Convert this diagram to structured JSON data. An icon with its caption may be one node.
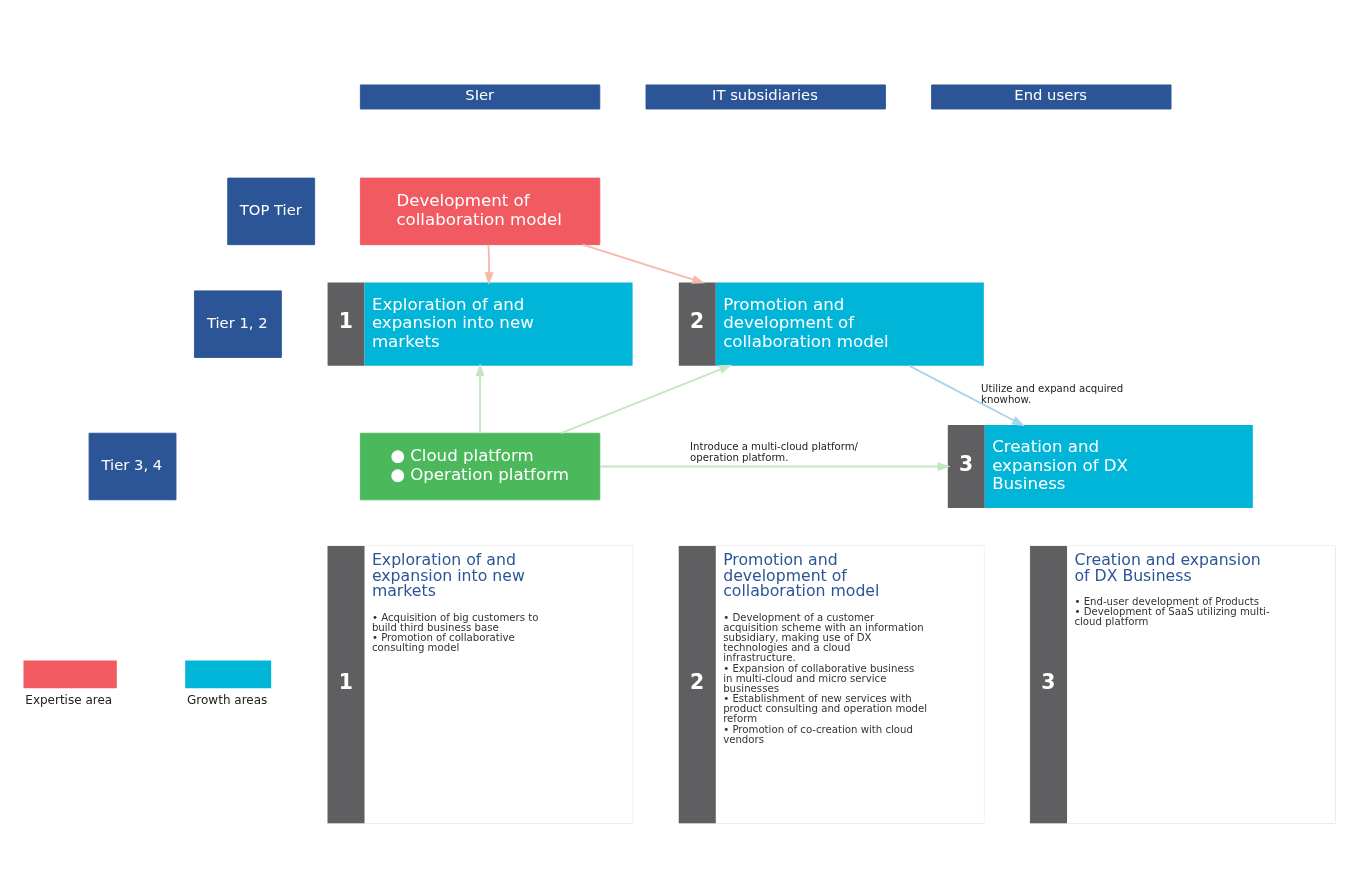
{
  "diagram": {
    "nodes": [
      {
        "text": [
          "SIer"
        ]
      },
      {
        "text": [
          "IT subsidiaries"
        ]
      },
      {
        "text": [
          "End users"
        ]
      },
      {
        "text": [
          "TOP Tier"
        ]
      },
      {
        "text": [
          "Development of collaboration model"
        ]
      },
      {
        "text": [
          "Tier 1, 2"
        ]
      },
      {
        "text": [
          "1",
          "Exploration of and expansion into new markets"
        ]
      },
      {
        "text": [
          "2",
          "Promotion and development of collaboration model"
        ]
      },
      {
        "text": [
          "Tier 3, 4"
        ]
      },
      {
        "text": [
          "● Cloud platform",
          "● Operation platform"
        ]
      },
      {
        "text": [
          "3",
          "Creation and expansion of DX Business"
        ]
      },
      {
        "text": [
          "1",
          "Exploration of and expansion into new markets",
          "• Acquisition of big customers to build third business base",
          "• Promotion of collaborative consulting model"
        ]
      },
      {
        "text": [
          "2",
          "Promotion and development of collaboration model",
          "• Development of a customer acquisition scheme with an information subsidiary, making use of DX technologies and a cloud infrastructure.",
          "• Expansion of collaborative business in multi-cloud and micro service businesses",
          "• Establishment of new services with product consulting and operation model reform",
          "• Promotion of co-creation with cloud vendors"
        ]
      },
      {
        "text": [
          "3",
          "Creation and expansion of DX Business",
          "• End-user development of Products",
          "• Development of SaaS utilizing multi-cloud platform"
        ]
      }
    ],
    "edges": [
      {
        "from": 4,
        "to": 6,
        "arrow": "to",
        "color": "#f7b9ab"
      },
      {
        "from": 4,
        "to": 7,
        "arrow": "to",
        "color": "#f7b9ab"
      },
      {
        "from": 9,
        "to": 6,
        "arrow": "to",
        "color": "#c5e6c3"
      },
      {
        "from": 9,
        "to": 7,
        "arrow": "to",
        "color": "#c5e6c3"
      },
      {
        "from": 9,
        "to": 10,
        "arrow": "to",
        "label": "Introduce a multi-cloud platform/ operation platform.",
        "color": "#c5e6c3"
      },
      {
        "from": 7,
        "to": 10,
        "arrow": "to",
        "label": "Utilize and expand acquired knowhow.",
        "color": "#a9d4f0"
      }
    ],
    "legend": [
      {
        "text": "Expertise area",
        "color": "#f15a60"
      },
      {
        "text": "Growth areas",
        "color": "#00b5d8"
      }
    ]
  }
}
